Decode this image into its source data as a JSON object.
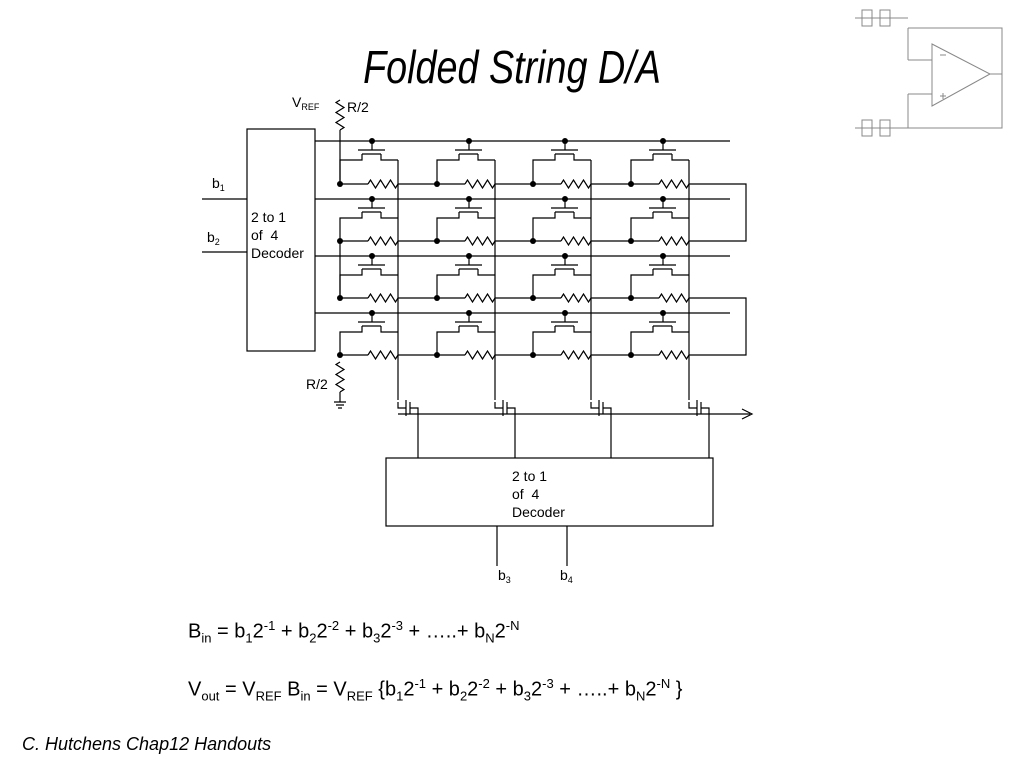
{
  "slide": {
    "title": "Folded String D/A",
    "footer": "C. Hutchens Chap12 Handouts"
  },
  "circuit": {
    "vref_label": "V",
    "vref_sub": "REF",
    "top_resistor": "R/2",
    "bottom_resistor": "R/2",
    "left_decoder": [
      "2 to 1",
      "of  4",
      "Decoder"
    ],
    "bottom_decoder": [
      "2 to 1",
      "of  4",
      "Decoder"
    ],
    "inputs_left": [
      {
        "base": "b",
        "sub": "1"
      },
      {
        "base": "b",
        "sub": "2"
      }
    ],
    "inputs_bottom": [
      {
        "base": "b",
        "sub": "3"
      },
      {
        "base": "b",
        "sub": "4"
      }
    ]
  },
  "equations": {
    "bin": {
      "lhs": "B",
      "lhs_sub": "in",
      "t1": " = b",
      "t1_sub": "1",
      "t1_mid": "2",
      "t1_sup": "-1",
      "t2": " + b",
      "t2_sub": "2",
      "t2_mid": "2",
      "t2_sup": "-2",
      "t3": " + b",
      "t3_sub": "3",
      "t3_mid": "2",
      "t3_sup": "-3",
      "t4": " + …..+ b",
      "t4_sub": "N",
      "t4_mid": "2",
      "t4_sup": "-N"
    },
    "vout": {
      "lhs": "V",
      "lhs_sub": "out",
      "a": " = V",
      "a_sub": "REF",
      "b": " B",
      "b_sub": "in",
      "c": " = V",
      "c_sub": "REF",
      "t1": " {b",
      "t1_sub": "1",
      "t1_mid": "2",
      "t1_sup": "-1",
      "t2": " + b",
      "t2_sub": "2",
      "t2_mid": "2",
      "t2_sup": "-2",
      "t3": " + b",
      "t3_sub": "3",
      "t3_mid": "2",
      "t3_sup": "-3",
      "t4": " + …..+ b",
      "t4_sub": "N",
      "t4_mid": "2",
      "t4_sup": "-N",
      "end": " }"
    }
  }
}
